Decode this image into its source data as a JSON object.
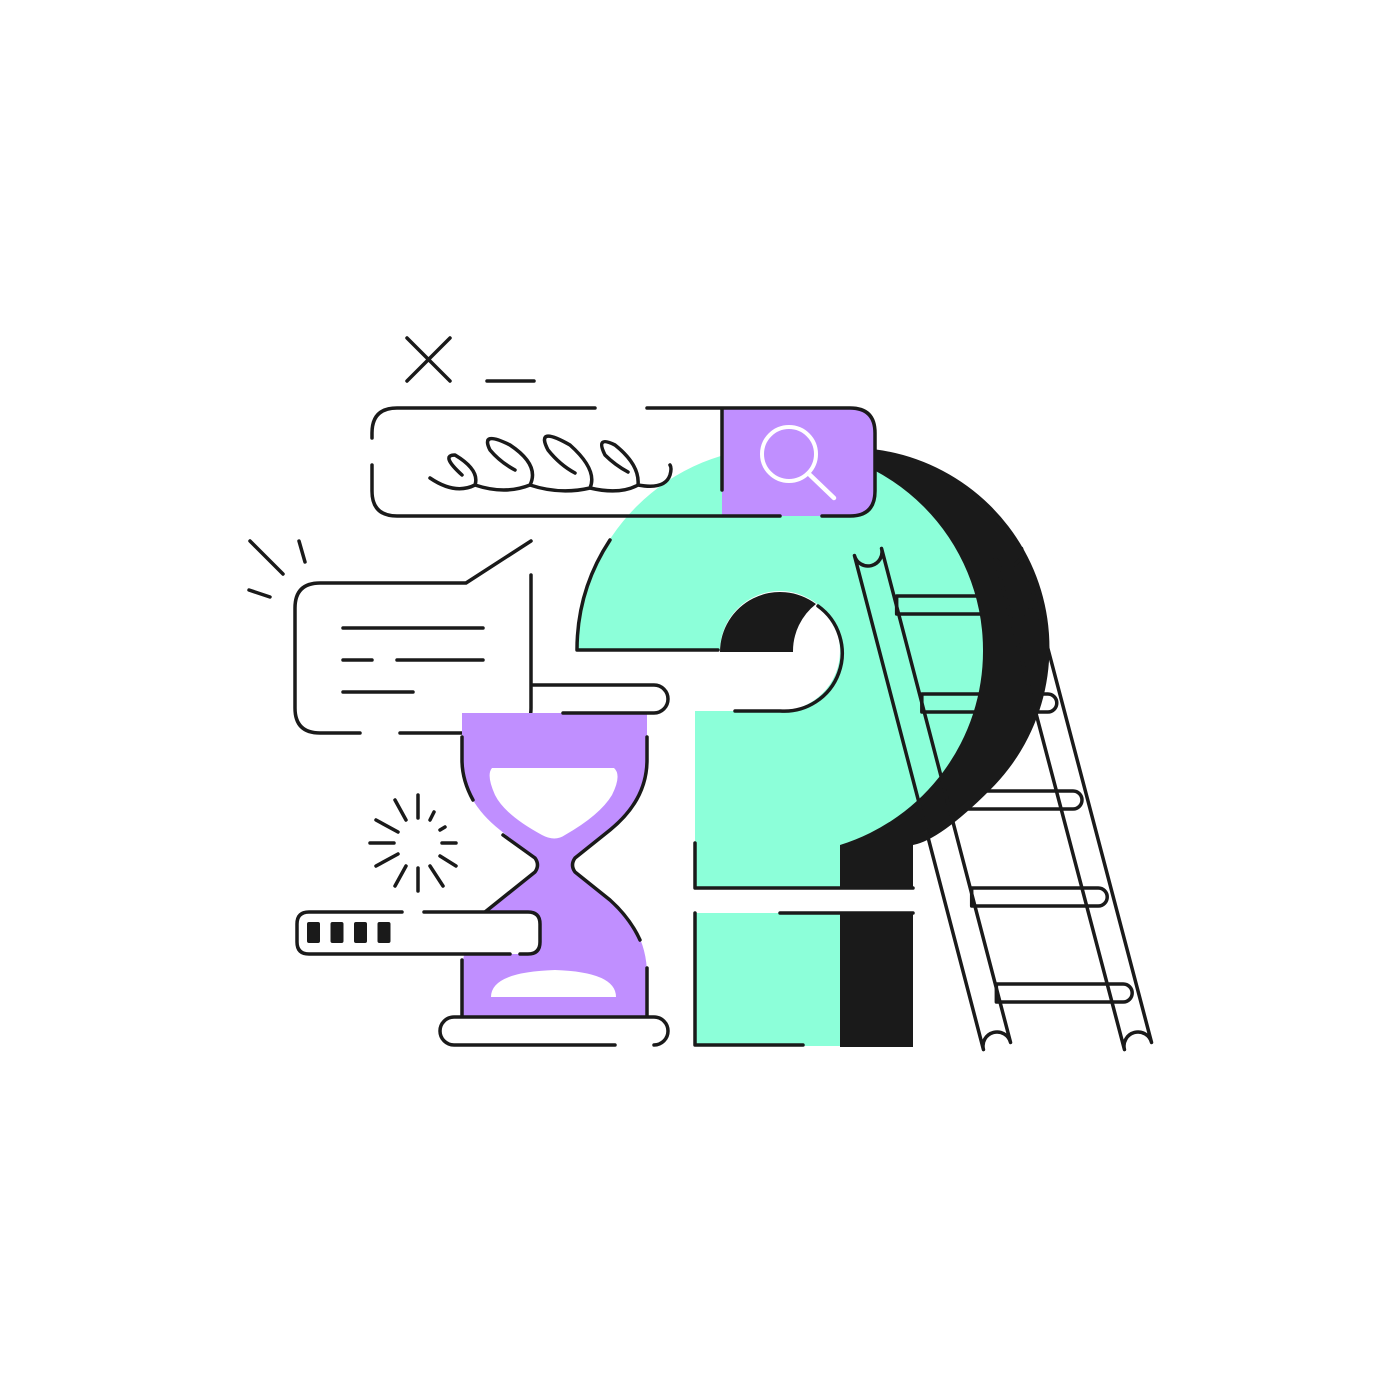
{
  "illustration": {
    "subject": "question-mark-search-help",
    "colors": {
      "mint": "#8cffd9",
      "purple": "#c08fff",
      "ink": "#1a1a1a",
      "background": "#ffffff"
    },
    "icons": [
      "close-icon",
      "minimize-icon",
      "search-icon",
      "chat-bubble-icon",
      "hourglass-icon",
      "ladder-icon",
      "question-mark-icon",
      "sparkle-icon",
      "progress-bar"
    ],
    "progress": {
      "segments_filled": 4,
      "fraction": 0.4
    }
  }
}
